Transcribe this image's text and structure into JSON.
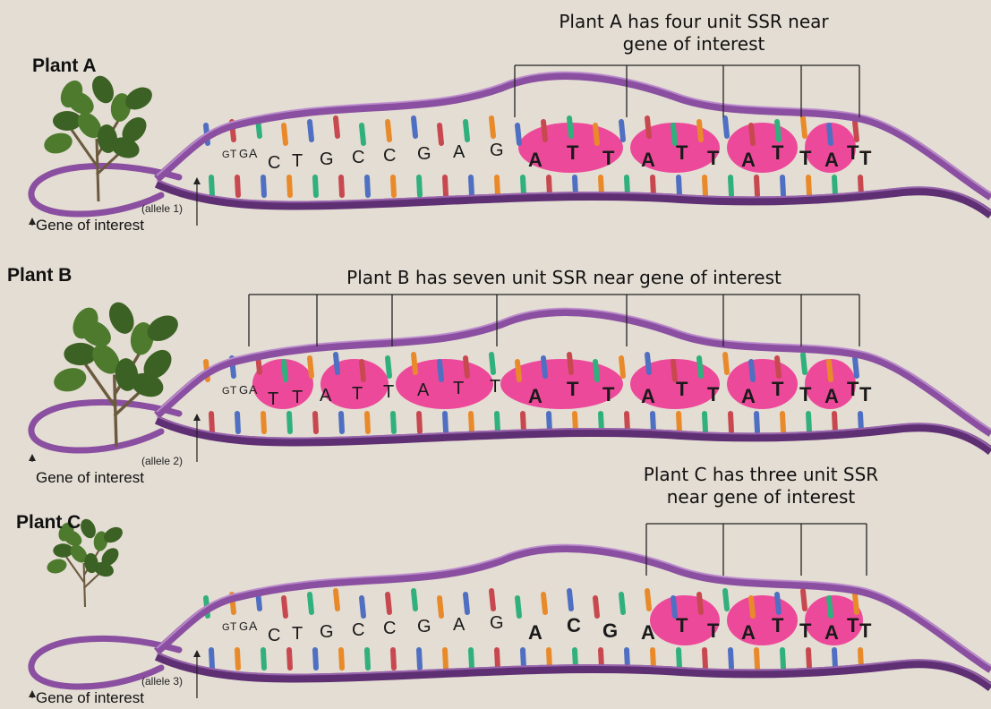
{
  "panels": [
    {
      "plant_label": "Plant A",
      "caption_line1": "Plant A has four unit SSR near",
      "caption_line2": "gene of interest",
      "allele": "(allele 1)",
      "gene_label": "Gene of interest",
      "sequence": [
        "G",
        "T",
        "G",
        "A",
        "C",
        "T",
        "G",
        "C",
        "C",
        "G",
        "A",
        "G",
        "A",
        "T",
        "T",
        "A",
        "T",
        "T",
        "A",
        "T",
        "T",
        "A",
        "T",
        "T"
      ],
      "ssr_units": 4
    },
    {
      "plant_label": "Plant B",
      "caption_line1": "Plant B has seven unit SSR near gene of interest",
      "caption_line2": "",
      "allele": "(allele 2)",
      "gene_label": "Gene of interest",
      "sequence": [
        "G",
        "T",
        "G",
        "A",
        "T",
        "T",
        "A",
        "T",
        "T",
        "A",
        "T",
        "T",
        "A",
        "T",
        "T",
        "A",
        "T",
        "T",
        "A",
        "T",
        "T",
        "A",
        "T",
        "T"
      ],
      "ssr_units": 7
    },
    {
      "plant_label": "Plant C",
      "caption_line1": "Plant C has three unit SSR",
      "caption_line2": "near gene of interest",
      "allele": "(allele 3)",
      "gene_label": "Gene of interest",
      "sequence": [
        "G",
        "T",
        "G",
        "A",
        "C",
        "T",
        "G",
        "C",
        "C",
        "G",
        "A",
        "G",
        "A",
        "C",
        "G",
        "A",
        "T",
        "T",
        "A",
        "T",
        "T",
        "A",
        "T",
        "T"
      ],
      "ssr_units": 3
    }
  ],
  "colors": {
    "background": "#e4ddd3",
    "strand": "#8a4fa0",
    "strand_dark": "#5e2f73",
    "ssr_highlight": "#ee2f8f",
    "base_blue": "#4f6fc2",
    "base_orange": "#e98a2a",
    "base_green": "#2fb07c",
    "base_red": "#c8484f",
    "plant_green": "#4d7a2c"
  }
}
